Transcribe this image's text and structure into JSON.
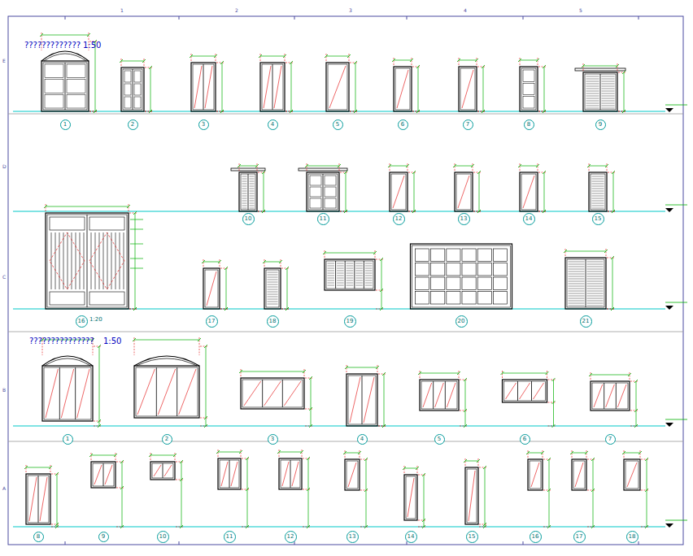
{
  "diagram": {
    "nodes": [
      {
        "text": [
          "1"
        ]
      },
      {
        "text": [
          "2"
        ]
      },
      {
        "text": [
          "3"
        ]
      },
      {
        "text": [
          "4"
        ]
      },
      {
        "text": [
          "5"
        ]
      },
      {
        "text": [
          "6"
        ]
      },
      {
        "text": [
          "7"
        ]
      },
      {
        "text": [
          "8"
        ]
      },
      {
        "text": [
          "9"
        ]
      },
      {
        "text": [
          "10"
        ]
      },
      {
        "text": [
          "11"
        ]
      },
      {
        "text": [
          "12"
        ]
      },
      {
        "text": [
          "13"
        ]
      },
      {
        "text": [
          "14"
        ]
      },
      {
        "text": [
          "15"
        ]
      },
      {
        "text": [
          "16"
        ]
      },
      {
        "text": [
          "17"
        ]
      },
      {
        "text": [
          "18"
        ]
      },
      {
        "text": [
          "19"
        ]
      },
      {
        "text": [
          "20"
        ]
      },
      {
        "text": [
          "21"
        ]
      },
      {
        "text": [
          "1"
        ]
      },
      {
        "text": [
          "2"
        ]
      },
      {
        "text": [
          "3"
        ]
      },
      {
        "text": [
          "4"
        ]
      },
      {
        "text": [
          "5"
        ]
      },
      {
        "text": [
          "6"
        ]
      },
      {
        "text": [
          "7"
        ]
      },
      {
        "text": [
          "8"
        ]
      },
      {
        "text": [
          "9"
        ]
      },
      {
        "text": [
          "10"
        ]
      },
      {
        "text": [
          "11"
        ]
      },
      {
        "text": [
          "12"
        ]
      },
      {
        "text": [
          "13"
        ]
      },
      {
        "text": [
          "14"
        ]
      },
      {
        "text": [
          "15"
        ]
      },
      {
        "text": [
          "16"
        ]
      },
      {
        "text": [
          "17"
        ]
      },
      {
        "text": [
          "18"
        ]
      }
    ],
    "labels": [
      "?????????????",
      "1:50",
      "???????????????",
      "1:50",
      "1:20",
      "1",
      "2",
      "3",
      "4",
      "5",
      "E",
      "D",
      "C",
      "B",
      "A"
    ]
  }
}
